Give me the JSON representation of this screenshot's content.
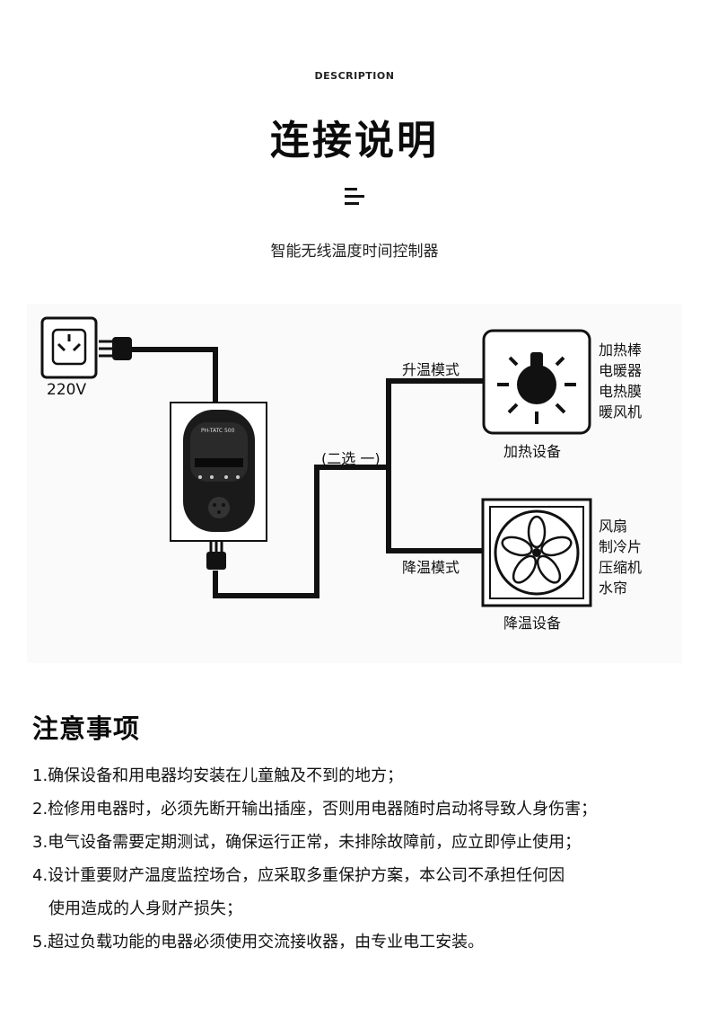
{
  "header": {
    "eyebrow": "DESCRIPTION",
    "title": "连接说明",
    "subtitle": "智能无线温度时间控制器"
  },
  "diagram": {
    "voltage": "220V",
    "device_model": "PH-TATC 500",
    "select_one": "(二选 一)",
    "heat_mode": "升温模式",
    "cool_mode": "降温模式",
    "heat_equipment": "加热设备",
    "cool_equipment": "降温设备",
    "heat_items": [
      "加热棒",
      "电暖器",
      "电热膜",
      "暖风机"
    ],
    "cool_items": [
      "风扇",
      "制冷片",
      "压缩机",
      "水帘"
    ]
  },
  "notes": {
    "title": "注意事项",
    "items": [
      "1.确保设备和用电器均安装在儿童触及不到的地方；",
      "2.检修用电器时，必须先断开输出插座，否则用电器随时启动将导致人身伤害；",
      "3.电气设备需要定期测试，确保运行正常，未排除故障前，应立即停止使用；",
      "4.设计重要财产温度监控场合，应采取多重保护方案，本公司不承担任何因",
      "使用造成的人身财产损失；",
      "5.超过负载功能的电器必须使用交流接收器，由专业电工安装。"
    ]
  }
}
